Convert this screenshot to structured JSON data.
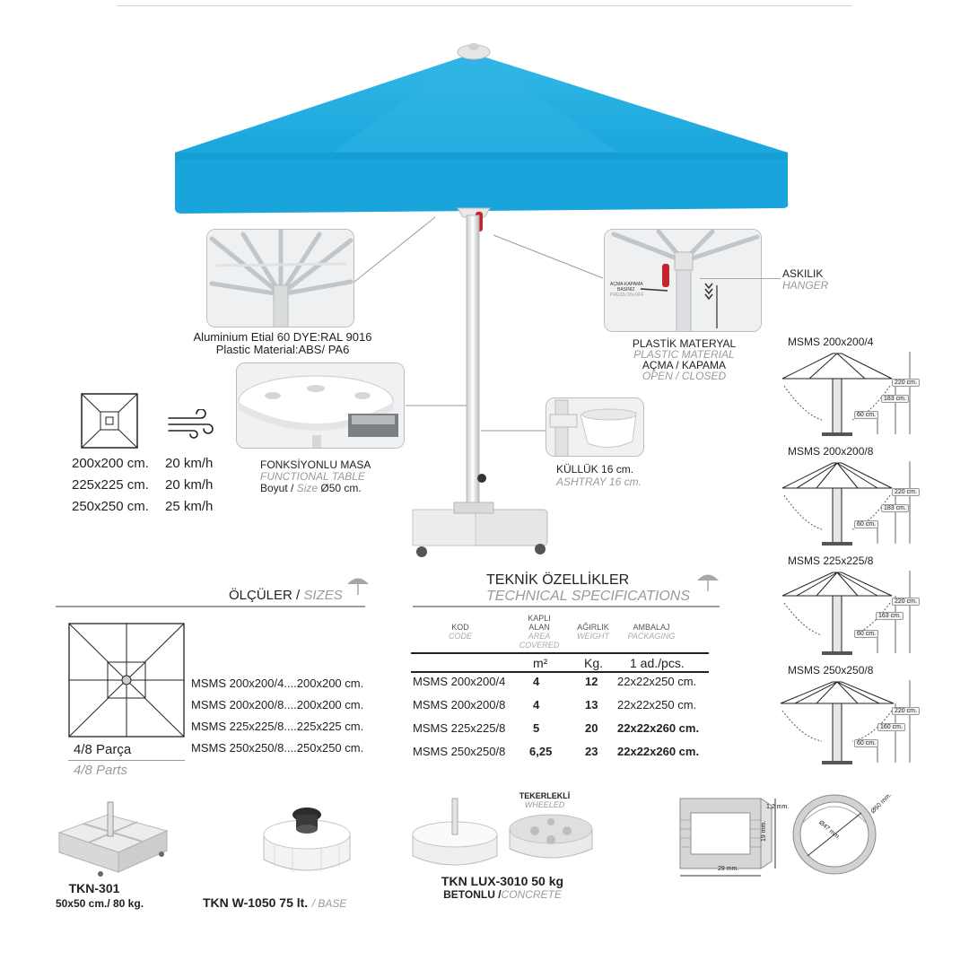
{
  "canopy_info": {
    "line1": "Aluminium Etial 60 DYE:RAL 9016",
    "line2": "Plastic Material:ABS/ PA6"
  },
  "hanger": {
    "tr": "ASKILIK",
    "en": "HANGER",
    "inset_line1": "AÇMA-KAPAMA",
    "inset_line2": "BASINIZ",
    "inset_line3": "PRESS ON-OFF"
  },
  "plastic": {
    "tr": "PLASTİK MATERYAL",
    "en": "PLASTIC MATERIAL",
    "tr2": "AÇMA / KAPAMA",
    "en2": "OPEN / CLOSED"
  },
  "table_feature": {
    "tr": "FONKSİYONLU MASA",
    "en": "FUNCTIONAL TABLE",
    "size_tr": "Boyut /",
    "size_en": "Size",
    "size_val": "Ø50 cm."
  },
  "ashtray": {
    "tr": "KÜLLÜK 16 cm.",
    "en": "ASHTRAY 16 cm."
  },
  "wind": {
    "rows": [
      {
        "size": "200x200 cm.",
        "speed": "20 km/h"
      },
      {
        "size": "225x225 cm.",
        "speed": "20 km/h"
      },
      {
        "size": "250x250 cm.",
        "speed": "25 km/h"
      }
    ]
  },
  "sizes_section": {
    "title_tr": "ÖLÇÜLER /",
    "title_en": "SIZES",
    "rows": [
      "MSMS 200x200/4....200x200 cm.",
      "MSMS 200x200/8....200x200 cm.",
      "MSMS 225x225/8....225x225 cm.",
      "MSMS 250x250/8....250x250 cm."
    ],
    "parts_tr": "4/8 Parça",
    "parts_en": "4/8 Parts"
  },
  "tech": {
    "title_tr": "TEKNİK ÖZELLİKLER",
    "title_en": "TECHNICAL SPECIFICATIONS",
    "headers": {
      "code_tr": "KOD",
      "code_en": "CODE",
      "area_tr1": "KAPLI",
      "area_tr2": "ALAN",
      "area_en1": "AREA",
      "area_en2": "COVERED",
      "weight_tr": "AĞIRLIK",
      "weight_en": "WEIGHT",
      "pack_tr": "AMBALAJ",
      "pack_en": "PACKAGING"
    },
    "units": {
      "area": "m²",
      "weight": "Kg.",
      "pack": "1 ad./pcs."
    },
    "rows": [
      {
        "code": "MSMS 200x200/4",
        "area": "4",
        "weight": "12",
        "pack": "22x22x250 cm."
      },
      {
        "code": "MSMS 200x200/8",
        "area": "4",
        "weight": "13",
        "pack": "22x22x250 cm."
      },
      {
        "code": "MSMS 225x225/8",
        "area": "5",
        "weight": "20",
        "pack": "22x22x260 cm."
      },
      {
        "code": "MSMS 250x250/8",
        "area": "6,25",
        "weight": "23",
        "pack": "22x22x260 cm."
      }
    ]
  },
  "models": [
    {
      "name": "MSMS 200x200/4",
      "height": "220 cm.",
      "mid": "183 cm.",
      "base": "60 cm."
    },
    {
      "name": "MSMS 200x200/8",
      "height": "220 cm.",
      "mid": "183 cm.",
      "base": "60 cm."
    },
    {
      "name": "MSMS 225x225/8",
      "height": "220 cm.",
      "mid": "163 cm.",
      "base": "60 cm."
    },
    {
      "name": "MSMS 250x250/8",
      "height": "220 cm.",
      "mid": "160 cm.",
      "base": "60 cm."
    }
  ],
  "bases": {
    "tkn301": {
      "name": "TKN-301",
      "spec": "50x50 cm./ 80 kg."
    },
    "tknw": {
      "name": "TKN W-1050 75 lt.",
      "suffix": "/ BASE"
    },
    "lux": {
      "name": "TKN LUX-3010 50 kg",
      "tr": "BETONLU /",
      "en": "CONCRETE",
      "wheeled_tr": "TEKERLEKLİ",
      "wheeled_en": "WHEELED"
    }
  },
  "profile": {
    "t": "1,2 mm.",
    "h": "19 mm.",
    "w": "29 mm.",
    "d_in": "Ø47 mm.",
    "d_out": "Ø50 mm."
  },
  "colors": {
    "canopy": "#1aa7dc",
    "canopy_dark": "#0f8fc2",
    "accent_red": "#c0282e"
  }
}
